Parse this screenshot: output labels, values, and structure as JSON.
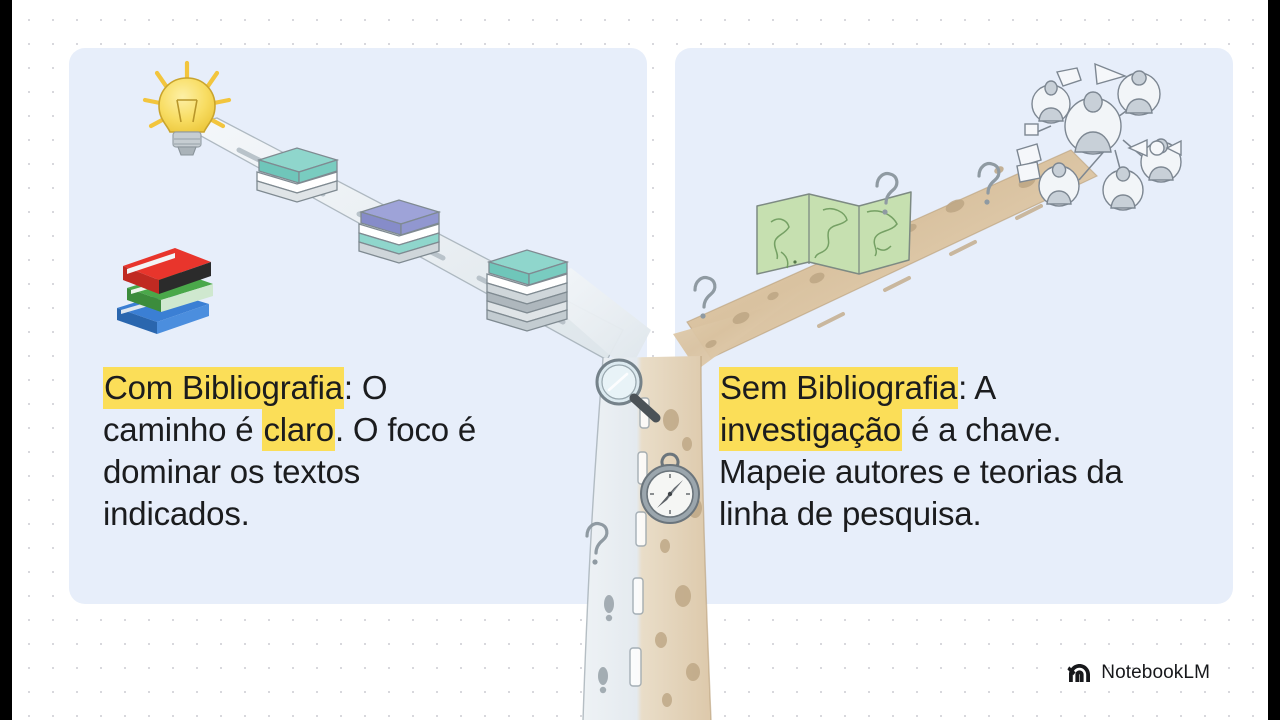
{
  "slide": {
    "background_color": "#ffffff",
    "card_color": "#e7eefa",
    "highlight_color": "#fbde58",
    "text_color": "#1b1c1e",
    "letterbox_color": "#000000"
  },
  "left_panel": {
    "name": "com-bibliografia-panel",
    "text": {
      "highlight_1": "Com Bibliografia",
      "after_1": ": O\ncaminho é ",
      "highlight_2": "claro",
      "after_2": ". O foco é\ndominar os textos\nindicados."
    },
    "full_text": "Com Bibliografia: O caminho é claro. O foco é dominar os textos indicados.",
    "illustrations": [
      {
        "name": "books-emoji",
        "label": "stack of colored books"
      },
      {
        "name": "lightbulb-icon",
        "label": "glowing lightbulb"
      },
      {
        "name": "book-stack-1",
        "label": "stack of books on road"
      },
      {
        "name": "book-stack-2",
        "label": "stack of books on road"
      },
      {
        "name": "book-stack-3",
        "label": "stack of books on road"
      },
      {
        "name": "paved-road",
        "label": "clear paved road with dashed lane markings"
      }
    ]
  },
  "right_panel": {
    "name": "sem-bibliografia-panel",
    "text": {
      "highlight_1": "Sem Bibliografia",
      "after_1": ": A\n",
      "highlight_2": "investigação",
      "after_2": " é a chave.\nMapeie autores e teorias da\nlinha de pesquisa."
    },
    "full_text": "Sem Bibliografia: A investigação é a chave. Mapeie autores e teorias da linha de pesquisa.",
    "illustrations": [
      {
        "name": "world-map-icon",
        "label": "folded green world map"
      },
      {
        "name": "author-network-diagram",
        "label": "network of author portraits connected by arrows"
      },
      {
        "name": "question-mark-icon",
        "label": "question mark"
      },
      {
        "name": "dirt-road",
        "label": "unpaved sandy road with stones"
      }
    ]
  },
  "center": {
    "name": "road-fork",
    "illustrations": [
      {
        "name": "magnifier-icon",
        "label": "magnifying glass at the fork"
      },
      {
        "name": "compass-icon",
        "label": "compass on the road"
      },
      {
        "name": "fork-road",
        "label": "Y-shaped fork in the road"
      }
    ]
  },
  "brand": {
    "name": "NotebookLM",
    "logo": "notebooklm-logo-icon"
  }
}
